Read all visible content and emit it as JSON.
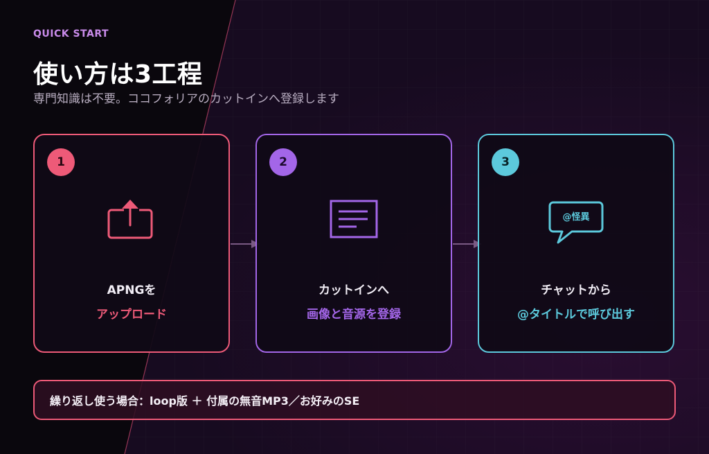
{
  "header": {
    "eyebrow": "QUICK START",
    "title": "使い方は3工程",
    "subtitle": "専門知識は不要。ココフォリアのカットインへ登録します"
  },
  "steps": [
    {
      "number": "1",
      "line1": "APNGを",
      "line2": "アップロード",
      "icon": "upload-icon",
      "color": "#ee5a78"
    },
    {
      "number": "2",
      "line1": "カットインへ",
      "line2": "画像と音源を登録",
      "icon": "document-lines-icon",
      "color": "#a366e8"
    },
    {
      "number": "3",
      "line1": "チャットから",
      "line2": "@タイトルで呼び出す",
      "icon": "chat-bubble-icon",
      "icon_text": "@怪異",
      "color": "#5cc9dc"
    }
  ],
  "note": {
    "text": "繰り返し使う場合：loop版 ＋ 付属の無音MP3／お好みのSE"
  }
}
